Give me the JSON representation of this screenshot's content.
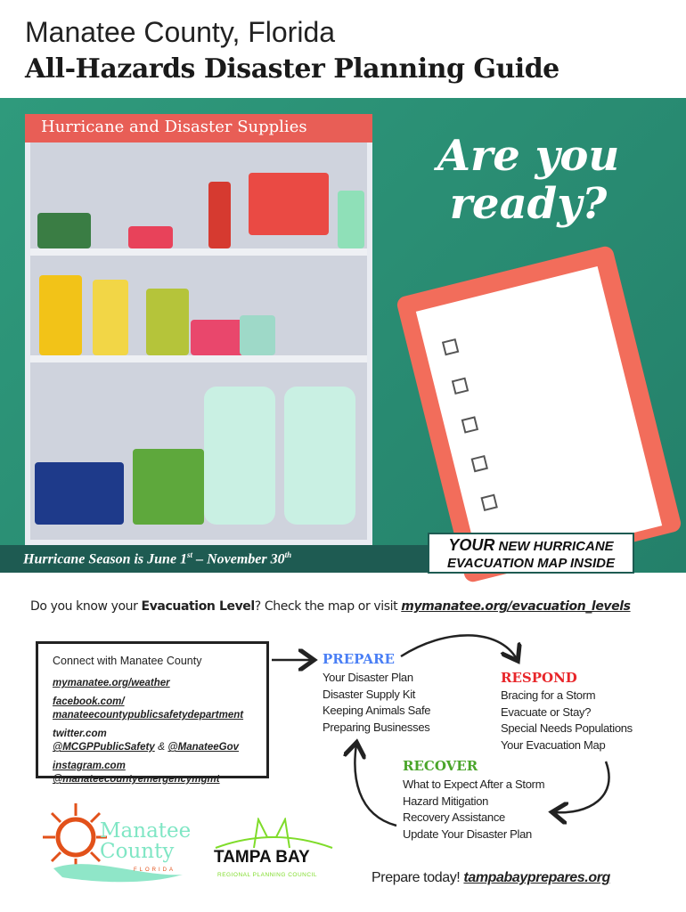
{
  "header": {
    "line1": "Manatee County, Florida",
    "line2": "All-Hazards Disaster Planning Guide"
  },
  "banner": {
    "supplies_title": "Hurricane and Disaster Supplies",
    "tagline": "Are you ready?",
    "season_prefix": "Hurricane Season is June 1",
    "season_sup1": "st",
    "season_mid": " – November 30",
    "season_sup2": "th",
    "map_line1_bold": "YOUR",
    "map_line1": " NEW HURRICANE",
    "map_line2": "EVACUATION MAP INSIDE",
    "colors": {
      "green": "#2f9a7c",
      "dark_teal": "#1e5b52",
      "red": "#e85e56"
    }
  },
  "question": {
    "prefix": "Do you know your ",
    "bold": "Evacuation Level",
    "mid": "?  Check the map or visit ",
    "link": "mymanatee.org/evacuation_levels"
  },
  "connect": {
    "title": "Connect with Manatee County",
    "weather": "mymanatee.org/weather",
    "facebook1": "facebook.com/",
    "facebook2": "manateecountypublicsafetydepartment",
    "twitter": "twitter.com",
    "tw_handle1": "@MCGPPublicSafety",
    "amp": " & ",
    "tw_handle2": "@ManateeGov",
    "instagram": "instagram.com",
    "ig_handle": "@manateecountyemergencymgmt"
  },
  "cycle": {
    "prepare": {
      "title": "PREPARE",
      "items": [
        "Your Disaster Plan",
        "Disaster Supply Kit",
        "Keeping Animals Safe",
        "Preparing Businesses"
      ],
      "color": "#4a7ff5"
    },
    "respond": {
      "title": "RESPOND",
      "items": [
        "Bracing for a Storm",
        "Evacuate or Stay?",
        "Special Needs Populations",
        "Your Evacuation Map"
      ],
      "color": "#e8262a"
    },
    "recover": {
      "title": "RECOVER",
      "items": [
        "What to Expect After a Storm",
        "Hazard Mitigation",
        "Recovery Assistance",
        "Update Your Disaster Plan"
      ],
      "color": "#4aa52a"
    }
  },
  "footer": {
    "prepare_today": "Prepare today! ",
    "link": "tampabayprepares.org"
  },
  "logos": {
    "manatee": "Manatee County",
    "manatee_sub": "FLORIDA",
    "tampa": "TAMPA BAY",
    "tampa_sub": "REGIONAL PLANNING COUNCIL"
  }
}
